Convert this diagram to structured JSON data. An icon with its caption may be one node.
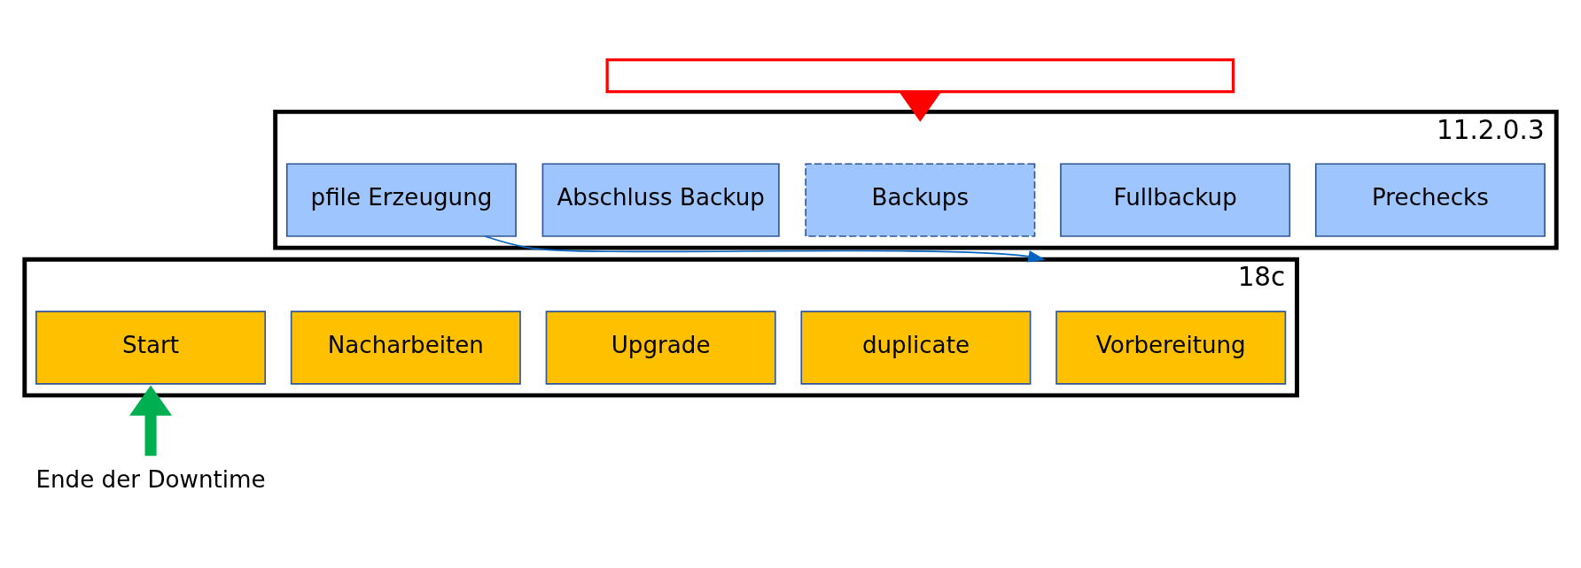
{
  "diagram": {
    "nodes": [
      {
        "text": [
          "11.2.0.3"
        ]
      },
      {
        "text": [
          "Prechecks"
        ],
        "in": 0
      },
      {
        "text": [
          "Fullbackup"
        ],
        "in": 0
      },
      {
        "text": [
          "Backups"
        ],
        "in": 0
      },
      {
        "text": [
          "Abschluss Backup"
        ],
        "in": 0
      },
      {
        "text": [
          "pfile Erzeugung"
        ],
        "in": 0
      },
      {
        "text": [
          "18c"
        ]
      },
      {
        "text": [
          "Vorbereitung"
        ],
        "in": 6
      },
      {
        "text": [
          "duplicate"
        ],
        "in": 6
      },
      {
        "text": [
          "Upgrade"
        ],
        "in": 6
      },
      {
        "text": [
          "Nacharbeiten"
        ],
        "in": 6
      },
      {
        "text": [
          "Start"
        ],
        "in": 6
      },
      {
        "text": [],
        "shape": "box"
      },
      {
        "text": [
          "Ende der Downtime"
        ]
      }
    ],
    "edges": [
      {
        "from": 12,
        "to": 0,
        "arrow": "to",
        "style": "thick",
        "color": "#ff0000"
      },
      {
        "from": 5,
        "to": 6,
        "arrow": "to",
        "color": "#0563c1"
      },
      {
        "from": 13,
        "to": 6,
        "arrow": "to",
        "style": "thick",
        "color": "#00b050"
      }
    ]
  }
}
